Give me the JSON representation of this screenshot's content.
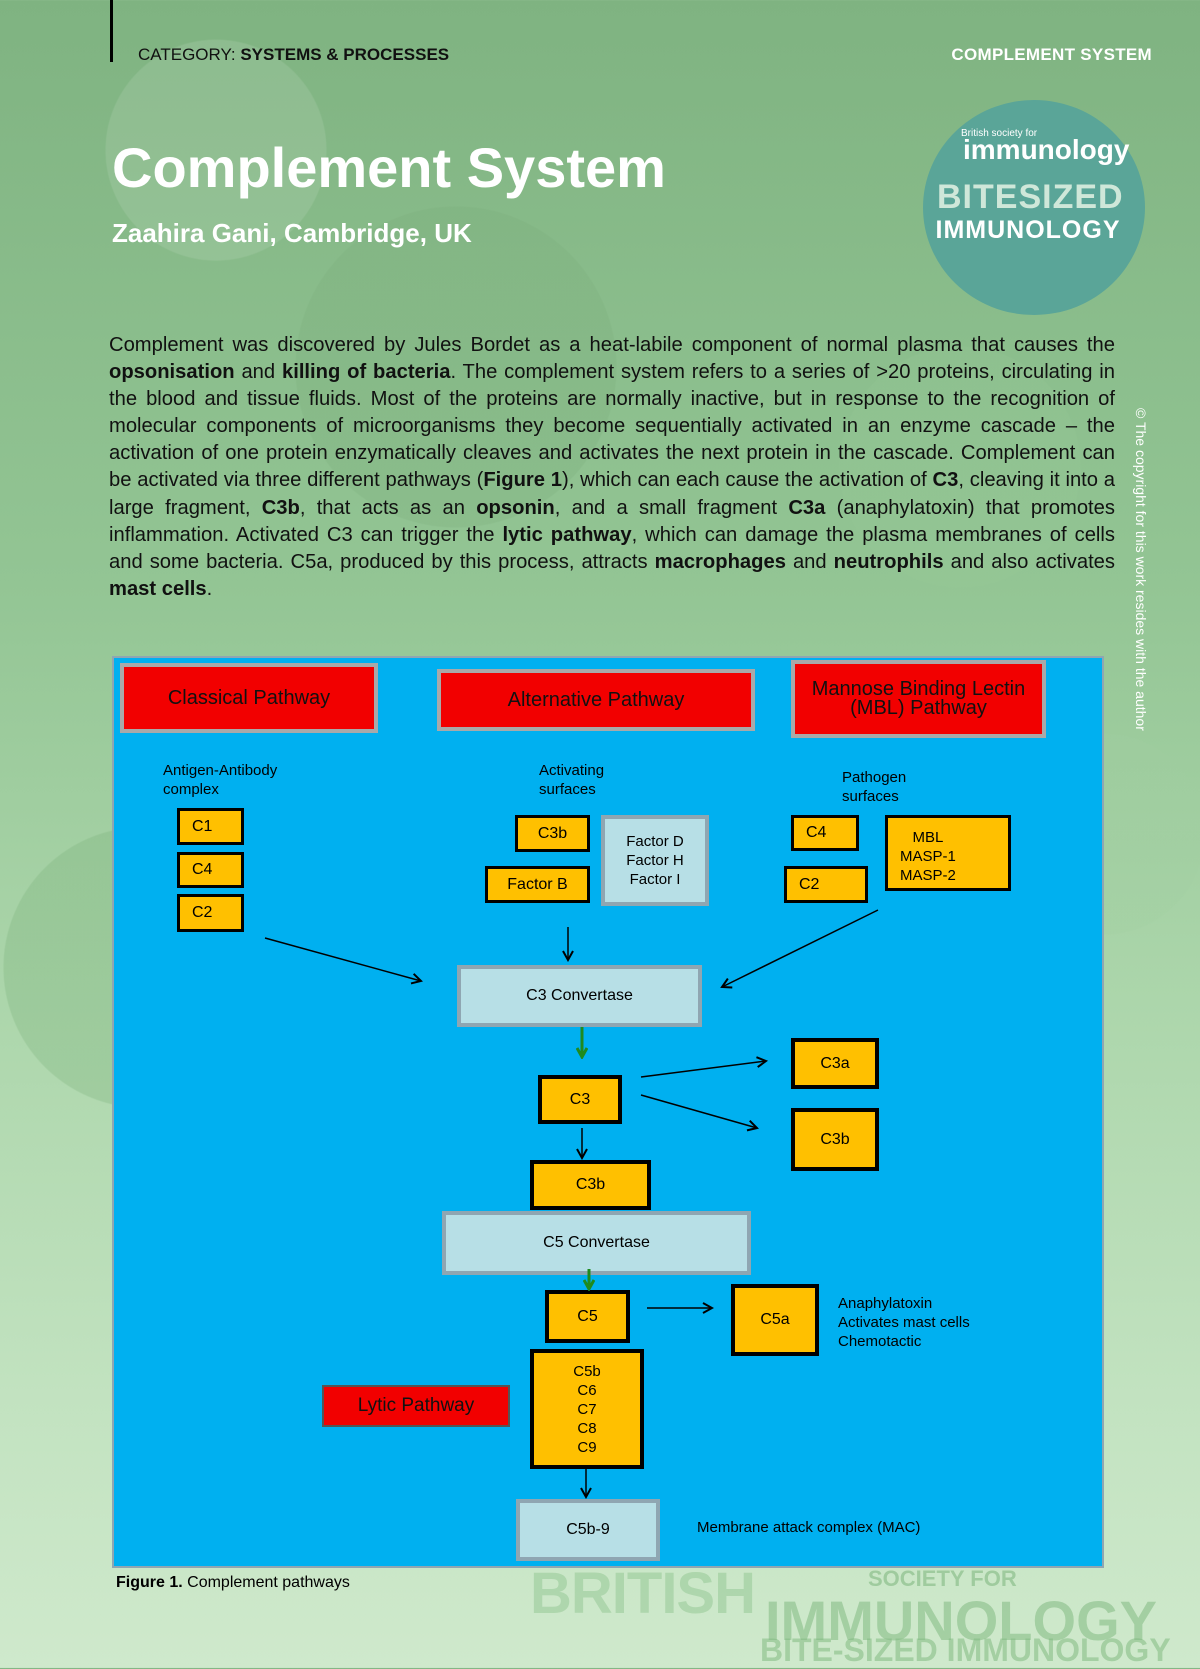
{
  "header": {
    "category_prefix": "CATEGORY: ",
    "category_value": "SYSTEMS & PROCESSES",
    "topic": "COMPLEMENT SYSTEM"
  },
  "title": "Complement System",
  "author": "Zaahira Gani, Cambridge, UK",
  "badge": {
    "small": "British society for",
    "immunology": "immunology",
    "bitesized": "BITESIZED",
    "immunology2": "IMMUNOLOGY"
  },
  "intro": [
    {
      "t": "Complement was discovered by Jules Bordet as a heat-labile component of normal plasma that causes the "
    },
    {
      "t": "opsonisation",
      "b": true
    },
    {
      "t": " and "
    },
    {
      "t": "killing of bacteria",
      "b": true
    },
    {
      "t": ". The complement system refers to a series of >20 proteins, circulating in the blood and tissue fluids. Most of the proteins are normally inactive, but in response to the recognition of molecular components of microorganisms they become sequentially activated in an enzyme cascade – the activation of one protein enzymatically cleaves and activates the next protein in the cascade. Complement can be activated via three different pathways ("
    },
    {
      "t": "Figure 1",
      "b": true
    },
    {
      "t": "), which can each cause the activation of "
    },
    {
      "t": "C3",
      "b": true
    },
    {
      "t": ", cleaving it into a large fragment, "
    },
    {
      "t": "C3b",
      "b": true
    },
    {
      "t": ", that acts as an "
    },
    {
      "t": "opsonin",
      "b": true
    },
    {
      "t": ", and a small fragment "
    },
    {
      "t": "C3a",
      "b": true
    },
    {
      "t": " (anaphylatoxin) that promotes inflammation. Activated C3 can trigger the "
    },
    {
      "t": "lytic pathway",
      "b": true
    },
    {
      "t": ", which can damage the plasma membranes of cells and some bacteria. C5a, produced by this process, attracts "
    },
    {
      "t": "macrophages",
      "b": true
    },
    {
      "t": " and "
    },
    {
      "t": "neutrophils",
      "b": true
    },
    {
      "t": " and also activates "
    },
    {
      "t": "mast cells",
      "b": true
    },
    {
      "t": "."
    }
  ],
  "copyright": "© The copyright for this work resides with the author",
  "diagram": {
    "classical": "Classical Pathway",
    "alternative": "Alternative Pathway",
    "mbl": "Mannose Binding Lectin\n(MBL) Pathway",
    "antigen_label": "Antigen-Antibody\ncomplex",
    "activating_label": "Activating\nsurfaces",
    "pathogen_label": "Pathogen\nsurfaces",
    "c1": "C1",
    "c4_left": "C4",
    "c2_left": "C2",
    "c3b_alt": "C3b",
    "factor_b": "Factor B",
    "factors": "Factor D\nFactor H\nFactor I",
    "c4_right": "C4",
    "c2_right": "C2",
    "mbl_masp": "MBL\nMASP-1\nMASP-2",
    "c3_convertase": "C3 Convertase",
    "c3": "C3",
    "c3a": "C3a",
    "c3b_out": "C3b",
    "c3b_mid": "C3b",
    "c5_convertase": "C5 Convertase",
    "c5": "C5",
    "c5a": "C5a",
    "c5a_label": "Anaphylatoxin\nActivates mast cells\nChemotactic",
    "lytic": "Lytic Pathway",
    "c5b_c9": "C5b\nC6\nC7\nC8\nC9",
    "mac_box": "C5b-9",
    "mac_label": "Membrane attack complex (MAC)"
  },
  "caption_bold": "Figure 1.",
  "caption_text": " Complement pathways",
  "footer": {
    "british": "BRITISH",
    "society": "SOCIETY FOR",
    "immunology": "IMMUNOLOGY",
    "bite": "BITE-SIZED IMMUNOLOGY"
  },
  "colors": {
    "panel": "#00b0f0",
    "pathway_red": "#f20000",
    "component_gold": "#ffc000",
    "convertase_light": "#b7dfe6",
    "green_arrow": "#1f8a1f"
  }
}
